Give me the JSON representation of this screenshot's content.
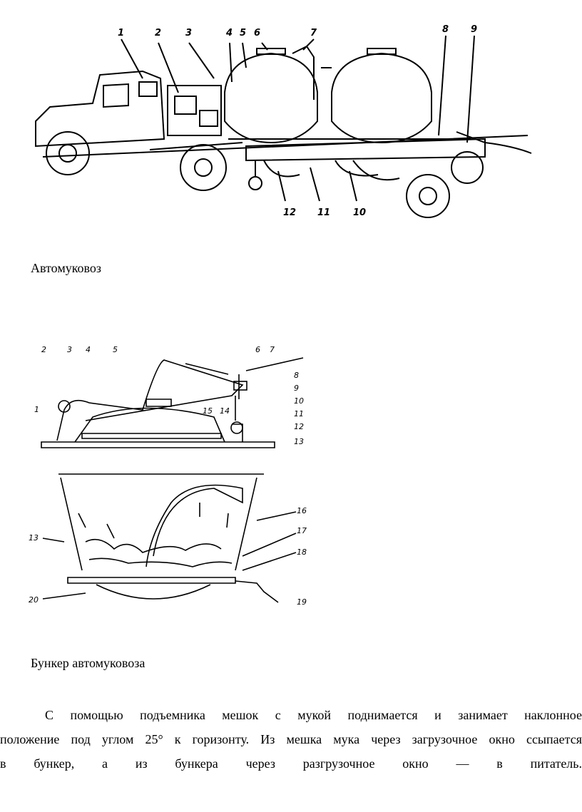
{
  "figure1": {
    "callouts": [
      "1",
      "2",
      "3",
      "4",
      "5",
      "6",
      "7",
      "8",
      "9",
      "12",
      "11",
      "10"
    ],
    "caption": "Автомуковоз"
  },
  "figure2": {
    "callouts_top": [
      "2",
      "3",
      "4",
      "5",
      "6",
      "7",
      "8",
      "9",
      "1",
      "10",
      "11",
      "12",
      "13",
      "15",
      "14"
    ],
    "callouts_bottom": [
      "13",
      "16",
      "17",
      "18",
      "19",
      "20"
    ],
    "caption": "Бункер автомуковоза"
  },
  "paragraph": {
    "line1": "С помощью подъемника мешок с мукой поднимается и занимает наклонное",
    "line2": "положение под углом 25° к горизонту. Из мешка мука через загрузочное окно ссыпается",
    "line3": "в бункер, а из бункера через разгрузочное окно — в питатель."
  }
}
